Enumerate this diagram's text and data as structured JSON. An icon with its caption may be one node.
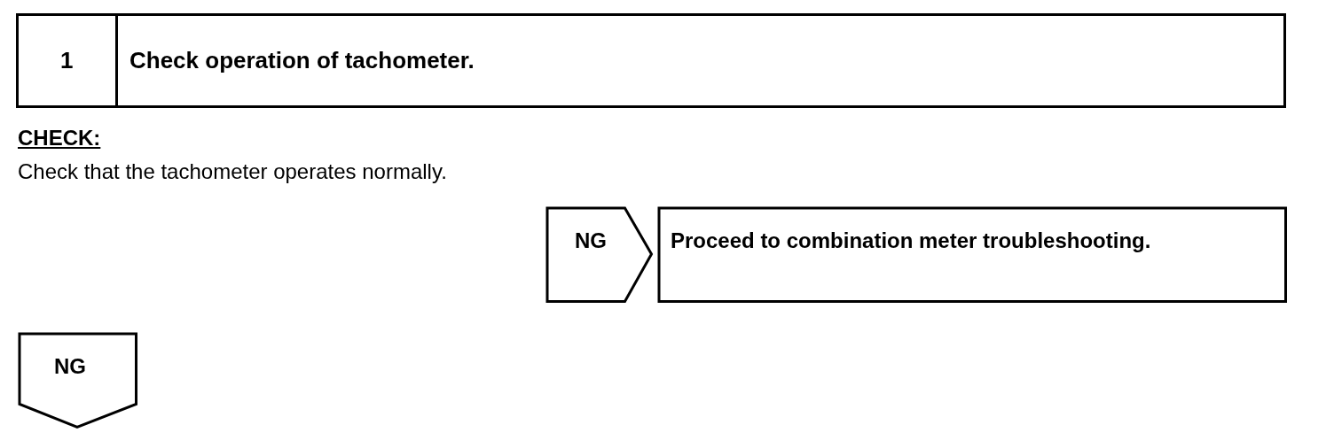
{
  "diagram": {
    "nodes": [
      {
        "text": [
          "1",
          "Check operation of tachometer."
        ]
      },
      {
        "text": [
          "NG"
        ]
      },
      {
        "text": [
          "Proceed to combination meter troubleshooting."
        ]
      },
      {
        "text": [
          "NG"
        ]
      }
    ],
    "labels": [
      "CHECK:",
      "Check that the tachometer operates normally."
    ]
  }
}
